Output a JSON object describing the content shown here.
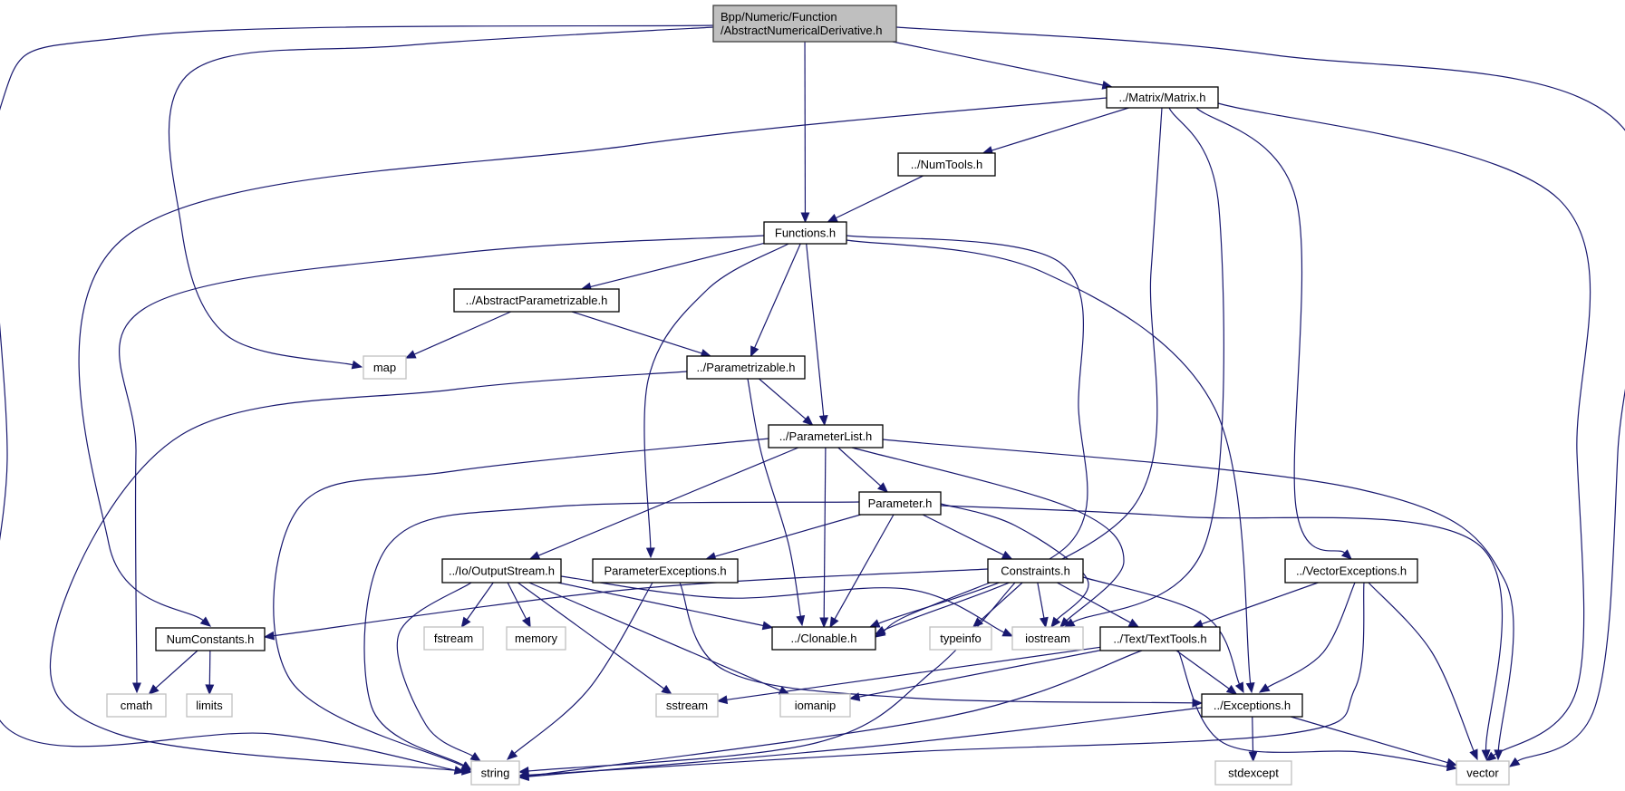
{
  "title": "Include dependency graph for AbstractNumericalDerivative.h",
  "colors": {
    "edge": "#191970",
    "root_fill": "#bfbfbf",
    "local_border": "#000000",
    "system_border": "#bfbfbf"
  },
  "nodes": [
    {
      "id": "root",
      "label": [
        "Bpp/Numeric/Function",
        "/AbstractNumericalDerivative.h"
      ],
      "kind": "root"
    },
    {
      "id": "matrix",
      "label": [
        "../Matrix/Matrix.h"
      ],
      "kind": "local"
    },
    {
      "id": "numtools",
      "label": [
        "../NumTools.h"
      ],
      "kind": "local"
    },
    {
      "id": "functions",
      "label": [
        "Functions.h"
      ],
      "kind": "local"
    },
    {
      "id": "absparam",
      "label": [
        "../AbstractParametrizable.h"
      ],
      "kind": "local"
    },
    {
      "id": "map",
      "label": [
        "map"
      ],
      "kind": "system"
    },
    {
      "id": "parametrizable",
      "label": [
        "../Parametrizable.h"
      ],
      "kind": "local"
    },
    {
      "id": "paramlist",
      "label": [
        "../ParameterList.h"
      ],
      "kind": "local"
    },
    {
      "id": "parameter",
      "label": [
        "Parameter.h"
      ],
      "kind": "local"
    },
    {
      "id": "outputstream",
      "label": [
        "../Io/OutputStream.h"
      ],
      "kind": "local"
    },
    {
      "id": "paramexc",
      "label": [
        "ParameterExceptions.h"
      ],
      "kind": "local"
    },
    {
      "id": "constraints",
      "label": [
        "Constraints.h"
      ],
      "kind": "local"
    },
    {
      "id": "vectorexc",
      "label": [
        "../VectorExceptions.h"
      ],
      "kind": "local"
    },
    {
      "id": "numconstants",
      "label": [
        "NumConstants.h"
      ],
      "kind": "local"
    },
    {
      "id": "fstream",
      "label": [
        "fstream"
      ],
      "kind": "system"
    },
    {
      "id": "memory",
      "label": [
        "memory"
      ],
      "kind": "system"
    },
    {
      "id": "clonable",
      "label": [
        "../Clonable.h"
      ],
      "kind": "local"
    },
    {
      "id": "typeinfo",
      "label": [
        "typeinfo"
      ],
      "kind": "system"
    },
    {
      "id": "iostream",
      "label": [
        "iostream"
      ],
      "kind": "system"
    },
    {
      "id": "texttools",
      "label": [
        "../Text/TextTools.h"
      ],
      "kind": "local"
    },
    {
      "id": "cmath",
      "label": [
        "cmath"
      ],
      "kind": "system"
    },
    {
      "id": "limits",
      "label": [
        "limits"
      ],
      "kind": "system"
    },
    {
      "id": "sstream",
      "label": [
        "sstream"
      ],
      "kind": "system"
    },
    {
      "id": "iomanip",
      "label": [
        "iomanip"
      ],
      "kind": "system"
    },
    {
      "id": "exceptions",
      "label": [
        "../Exceptions.h"
      ],
      "kind": "local"
    },
    {
      "id": "string",
      "label": [
        "string"
      ],
      "kind": "system"
    },
    {
      "id": "stdexcept",
      "label": [
        "stdexcept"
      ],
      "kind": "system"
    },
    {
      "id": "vector",
      "label": [
        "vector"
      ],
      "kind": "system"
    }
  ],
  "edges": [
    [
      "root",
      "string"
    ],
    [
      "root",
      "map"
    ],
    [
      "root",
      "functions"
    ],
    [
      "root",
      "matrix"
    ],
    [
      "root",
      "vector"
    ],
    [
      "matrix",
      "numconstants"
    ],
    [
      "matrix",
      "numtools"
    ],
    [
      "matrix",
      "clonable"
    ],
    [
      "matrix",
      "iostream"
    ],
    [
      "matrix",
      "vectorexc"
    ],
    [
      "matrix",
      "vector"
    ],
    [
      "numtools",
      "functions"
    ],
    [
      "functions",
      "cmath"
    ],
    [
      "functions",
      "absparam"
    ],
    [
      "functions",
      "paramexc"
    ],
    [
      "functions",
      "parametrizable"
    ],
    [
      "functions",
      "paramlist"
    ],
    [
      "functions",
      "clonable"
    ],
    [
      "functions",
      "exceptions"
    ],
    [
      "absparam",
      "map"
    ],
    [
      "absparam",
      "parametrizable"
    ],
    [
      "parametrizable",
      "string"
    ],
    [
      "parametrizable",
      "clonable"
    ],
    [
      "parametrizable",
      "paramlist"
    ],
    [
      "paramlist",
      "string"
    ],
    [
      "paramlist",
      "outputstream"
    ],
    [
      "paramlist",
      "clonable"
    ],
    [
      "paramlist",
      "parameter"
    ],
    [
      "paramlist",
      "iostream"
    ],
    [
      "paramlist",
      "vector"
    ],
    [
      "parameter",
      "string"
    ],
    [
      "parameter",
      "paramexc"
    ],
    [
      "parameter",
      "clonable"
    ],
    [
      "parameter",
      "constraints"
    ],
    [
      "parameter",
      "iostream"
    ],
    [
      "parameter",
      "vector"
    ],
    [
      "outputstream",
      "string"
    ],
    [
      "outputstream",
      "fstream"
    ],
    [
      "outputstream",
      "memory"
    ],
    [
      "outputstream",
      "sstream"
    ],
    [
      "outputstream",
      "iomanip"
    ],
    [
      "outputstream",
      "clonable"
    ],
    [
      "outputstream",
      "iostream"
    ],
    [
      "paramexc",
      "string"
    ],
    [
      "paramexc",
      "exceptions"
    ],
    [
      "constraints",
      "numconstants"
    ],
    [
      "constraints",
      "clonable"
    ],
    [
      "constraints",
      "string"
    ],
    [
      "constraints",
      "typeinfo"
    ],
    [
      "constraints",
      "iostream"
    ],
    [
      "constraints",
      "texttools"
    ],
    [
      "constraints",
      "exceptions"
    ],
    [
      "vectorexc",
      "texttools"
    ],
    [
      "vectorexc",
      "exceptions"
    ],
    [
      "vectorexc",
      "string"
    ],
    [
      "vectorexc",
      "vector"
    ],
    [
      "numconstants",
      "cmath"
    ],
    [
      "numconstants",
      "limits"
    ],
    [
      "texttools",
      "sstream"
    ],
    [
      "texttools",
      "iomanip"
    ],
    [
      "texttools",
      "string"
    ],
    [
      "texttools",
      "exceptions"
    ],
    [
      "texttools",
      "vector"
    ],
    [
      "exceptions",
      "string"
    ],
    [
      "exceptions",
      "stdexcept"
    ],
    [
      "exceptions",
      "vector"
    ]
  ]
}
